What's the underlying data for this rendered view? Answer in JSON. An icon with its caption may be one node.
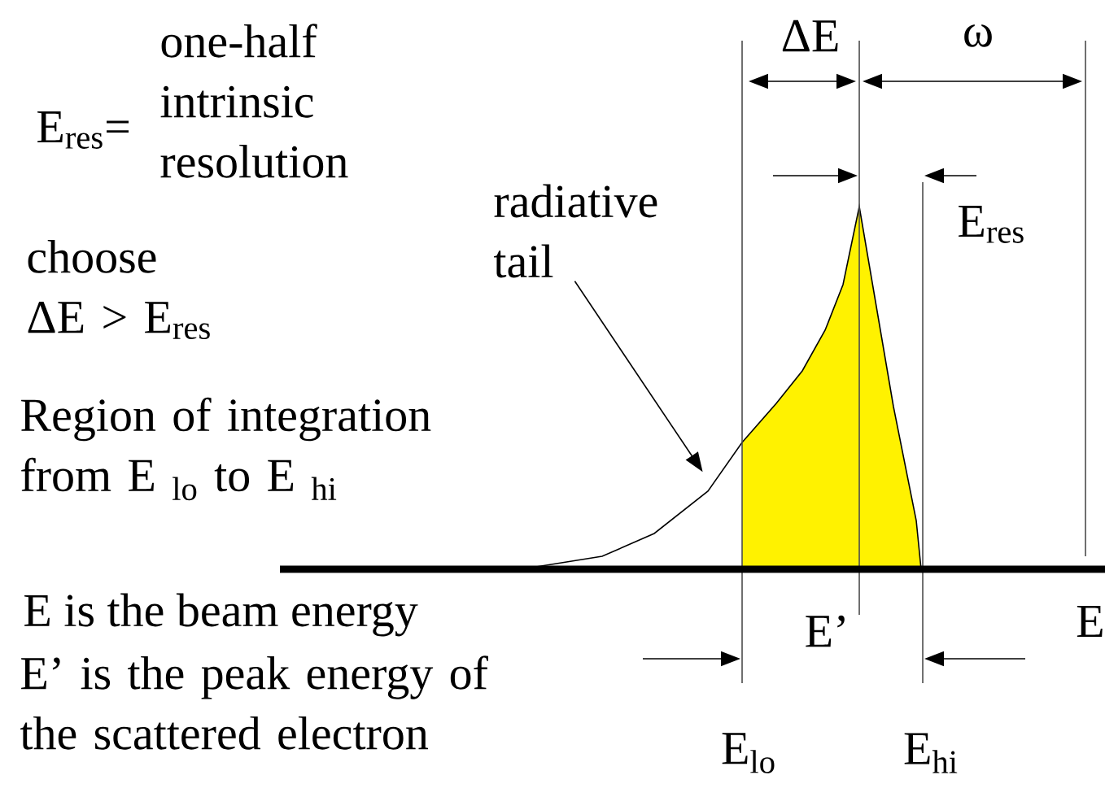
{
  "diagram": {
    "nodes": [
      {
        "text": [
          "radiative tail"
        ]
      },
      {
        "text": [],
        "shape": "curve"
      }
    ],
    "edges": [
      {
        "from": 0,
        "to": 1,
        "arrow": "to"
      }
    ],
    "labels": [
      "E$_{res}$=",
      "one-half intrinsic resolution",
      "choose ΔE > E$_{res}$",
      "Region of integration from E $_{lo}$ to E $_{hi}$",
      "E is the beam energy",
      "E’ is the peak energy of the scattered electron",
      "ΔE",
      "ω",
      "E$_{res}$",
      "E’",
      "E",
      "E$_{lo}$",
      "E$_{hi}$"
    ]
  }
}
